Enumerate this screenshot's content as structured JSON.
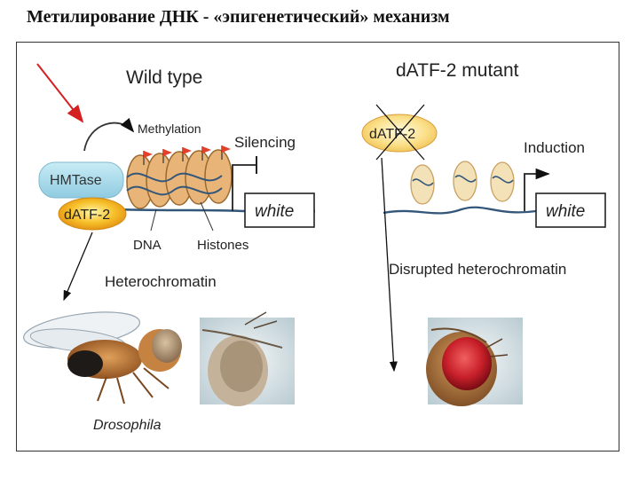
{
  "slide": {
    "title": "Метилирование ДНК  -  «эпигенетический» механизм"
  },
  "wild_type": {
    "heading": "Wild type",
    "methylation_label": "Methylation",
    "silencing_label": "Silencing",
    "enzyme_hmtase": "HMTase",
    "enzyme_datf2": "dATF-2",
    "gene_label": "white",
    "dna_label": "DNA",
    "histones_label": "Histones",
    "state_label": "Heterochromatin",
    "organism_label": "Drosophila"
  },
  "mutant": {
    "heading": "dATF-2 mutant",
    "enzyme_datf2": "dATF-2",
    "induction_label": "Induction",
    "gene_label": "white",
    "state_label": "Disrupted heterochromatin"
  },
  "colors": {
    "hmtase_bubble": "#a9d8e8",
    "datf2_fill": "#f5b21a",
    "histone": "#e8b478",
    "histone_mutant": "#f3e2b8",
    "dna": "#33577a",
    "methyl_flag": "#e2402a",
    "wild_eye": "#b97530",
    "mutant_eye": "#c8202a"
  }
}
